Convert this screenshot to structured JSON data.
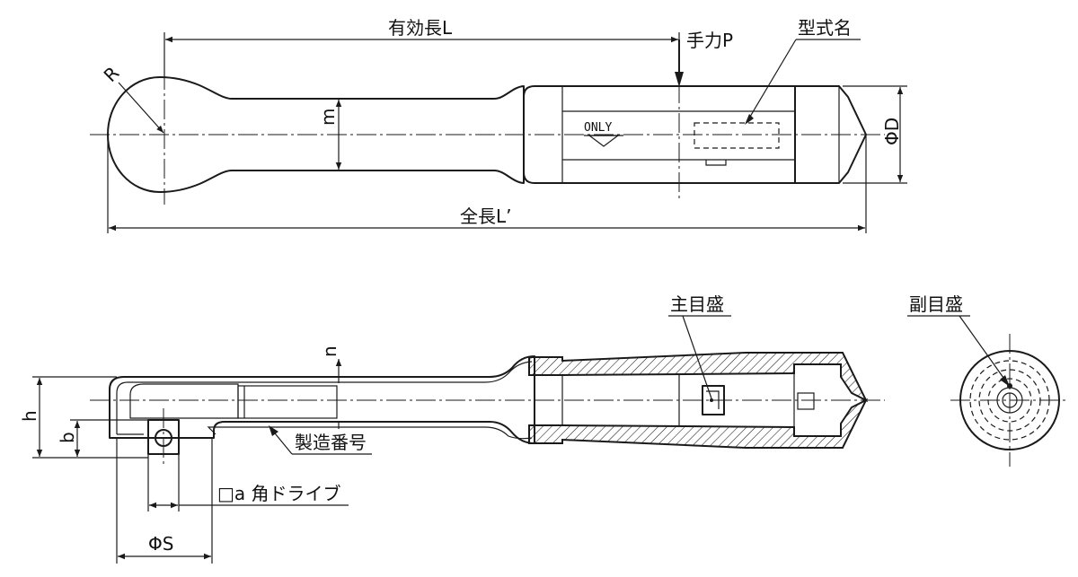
{
  "labels": {
    "effective_length": "有効長L",
    "hand_force": "手力P",
    "model_name": "型式名",
    "radius": "R",
    "m": "m",
    "only": "ONLY",
    "phi_d": "ΦD",
    "total_length": "全長L’",
    "main_scale": "主目盛",
    "sub_scale": "副目盛",
    "n": "n",
    "h": "h",
    "b": "b",
    "serial_number": "製造番号",
    "square_drive": "□a 角ドライブ",
    "phi_s": "ΦS"
  }
}
